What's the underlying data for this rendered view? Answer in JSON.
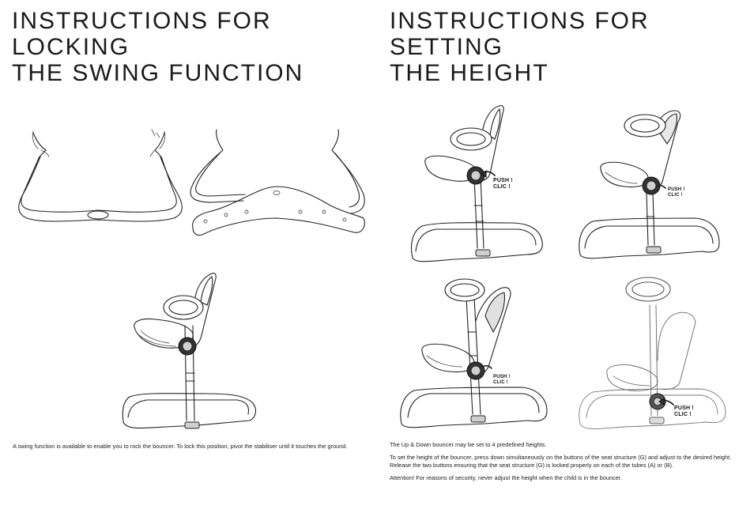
{
  "left_section": {
    "title_line1": "INSTRUCTIONS FOR LOCKING",
    "title_line2": "THE SWING FUNCTION",
    "body": "A swing function is available to enable you to rock the bouncer. To lock this position, pivot the stabiliser until it touches the ground."
  },
  "right_section": {
    "title_line1": "INSTRUCTIONS FOR SETTING",
    "title_line2": "THE HEIGHT",
    "paragraphs": [
      "The Up & Down bouncer may be set to 4 predefined heights.",
      "To set the height of the bouncer, press down simultaneously on the buttons of the seat structure (G) and adjust to the desired height. Release the two buttons ensuring that the seat structure (G) is locked properly on each of the tubes (A) or (B).",
      "Attention! For reasons of security, never adjust the height when the child is in the bouncer."
    ]
  },
  "callouts": {
    "push": "PUSH !",
    "clic": "CLIC !"
  }
}
